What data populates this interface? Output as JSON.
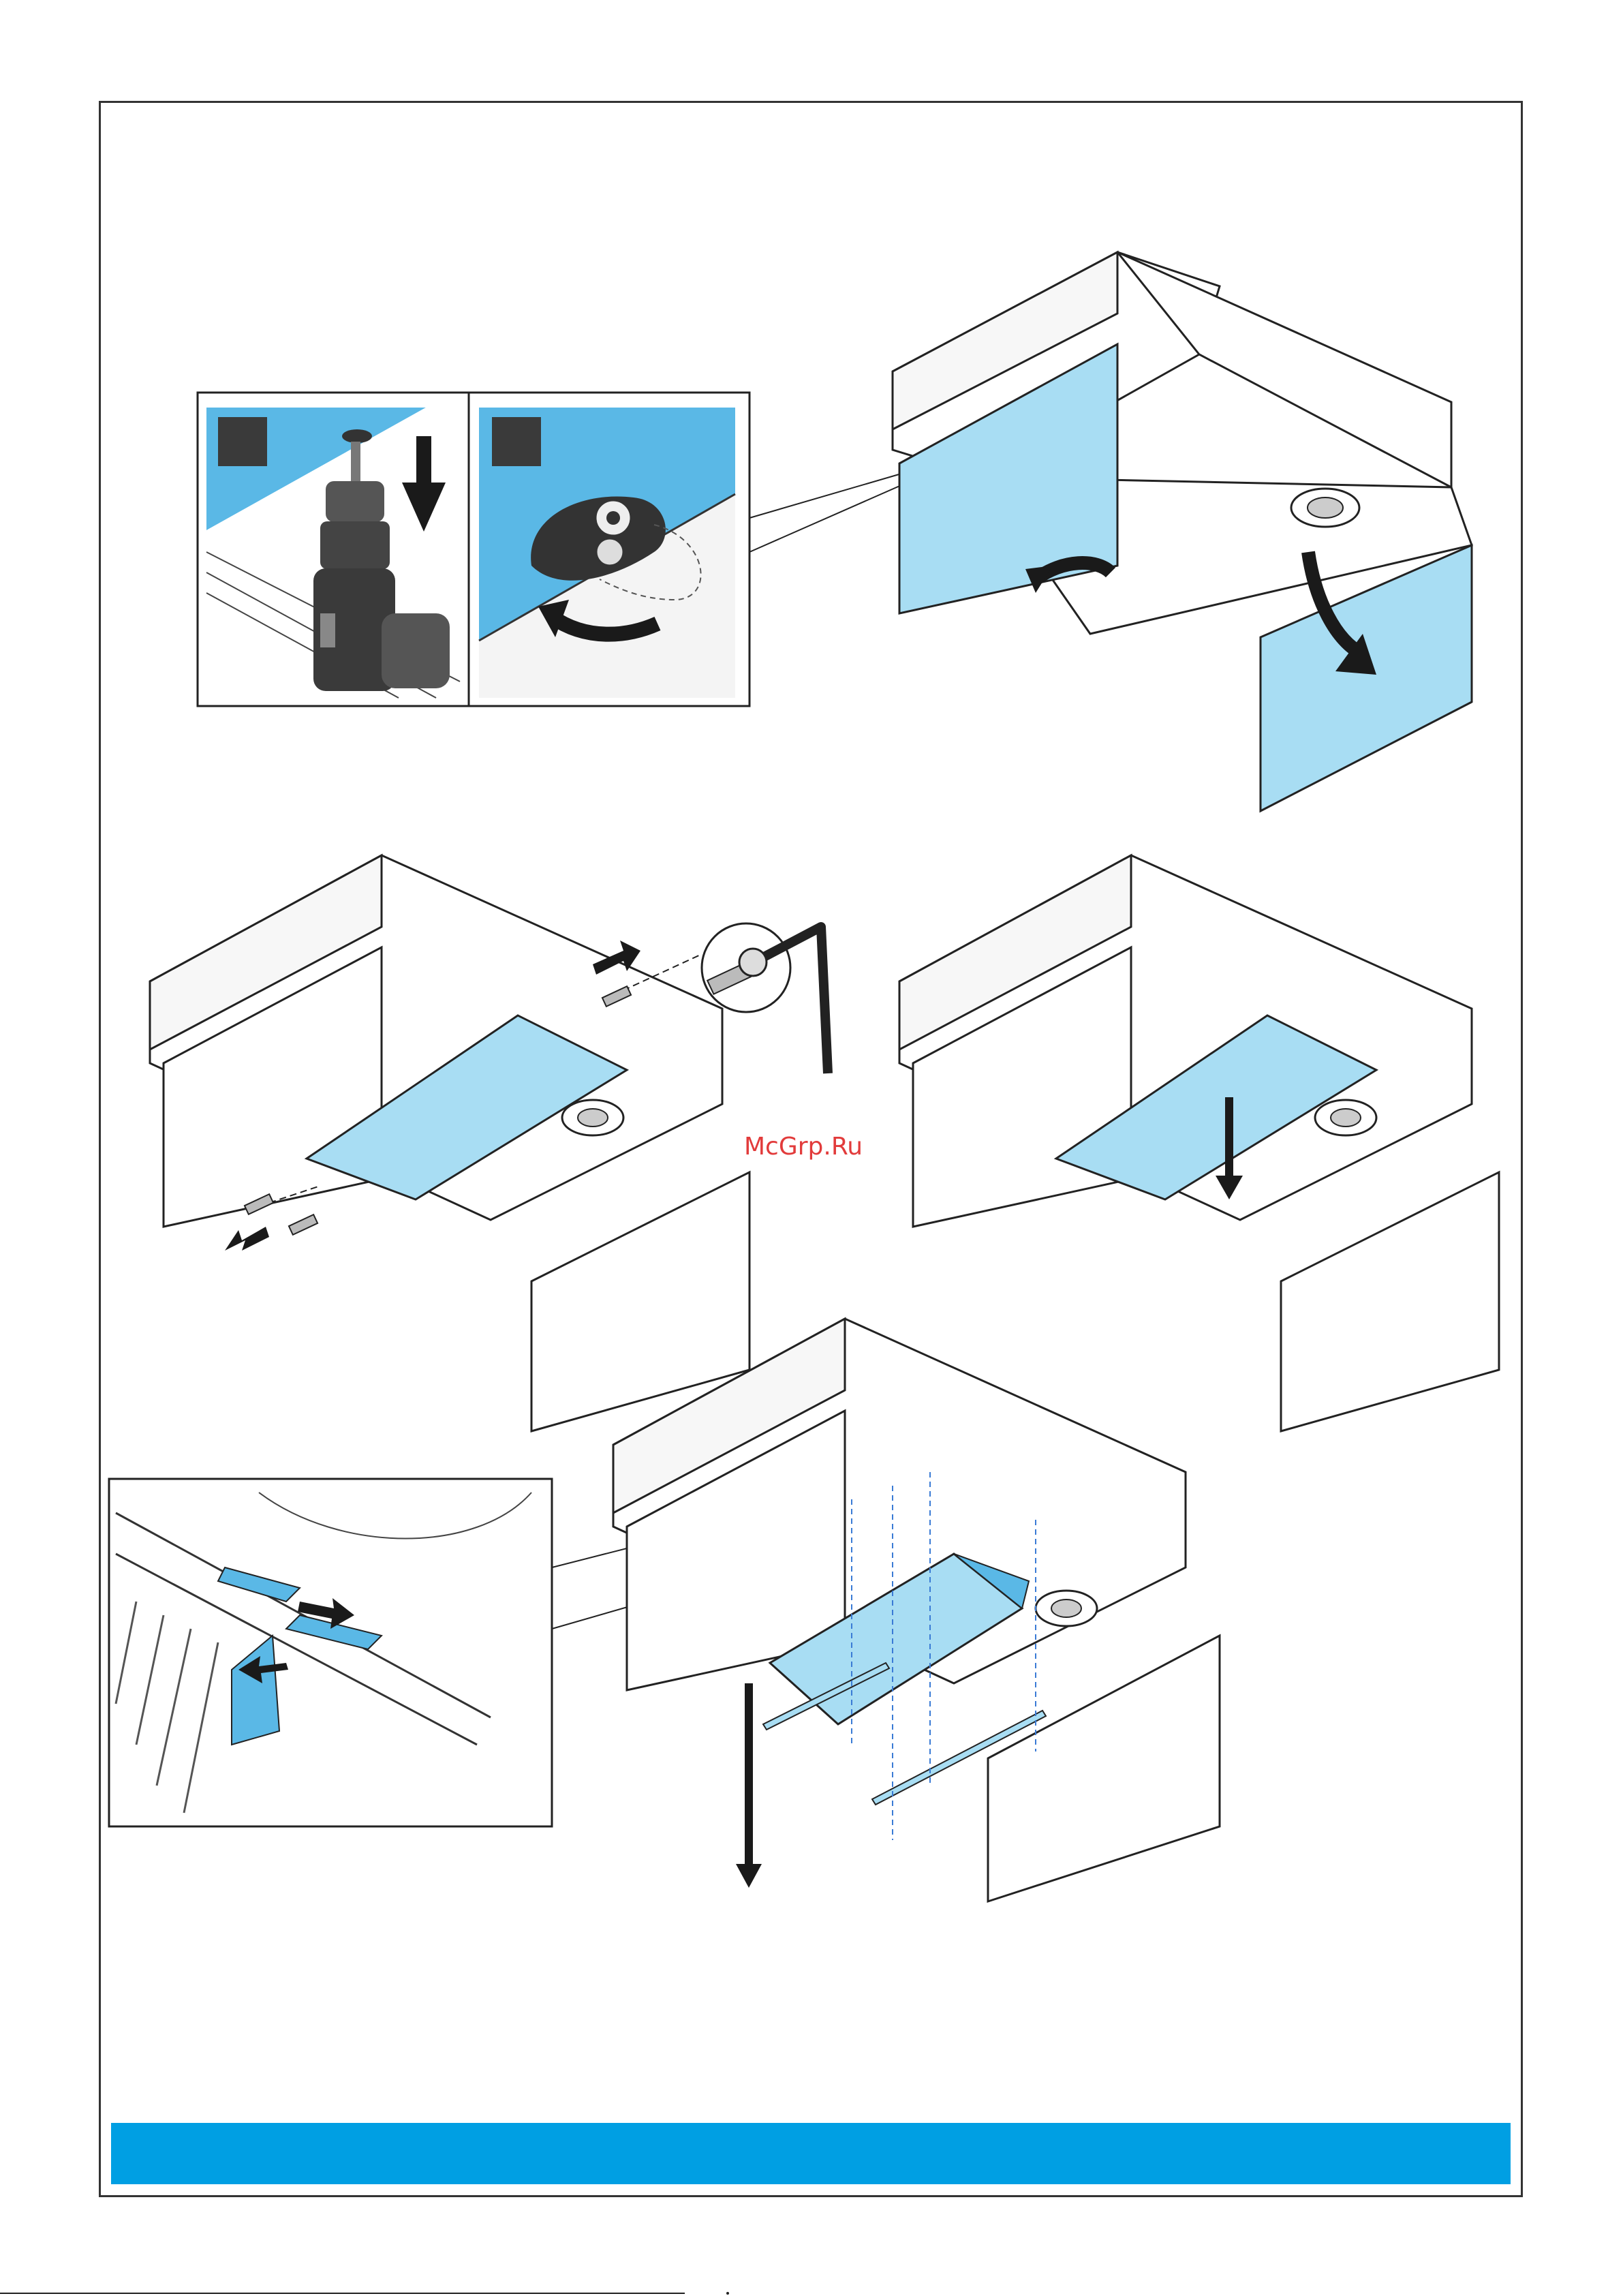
{
  "page": {
    "watermark": "McGrp.Ru"
  },
  "colors": {
    "frame": "#333333",
    "panel_blue": "#a8ddf3",
    "inset_blue": "#5ab8e6",
    "bottom_bar": "#009fe3",
    "step_square": "#3a3a3a",
    "line": "#1a1a1a",
    "arrow": "#1a1a1a",
    "watermark": "#e23b3b"
  },
  "icons": [
    "drill-icon",
    "cam-lock-icon",
    "allen-key-icon",
    "screw-icon",
    "arrow-icon"
  ],
  "steps": [
    {
      "id": "open-front-panel"
    },
    {
      "id": "remove-filter-panel-screws"
    },
    {
      "id": "lower-filter-panel"
    },
    {
      "id": "attach-grease-filter-rails"
    }
  ]
}
